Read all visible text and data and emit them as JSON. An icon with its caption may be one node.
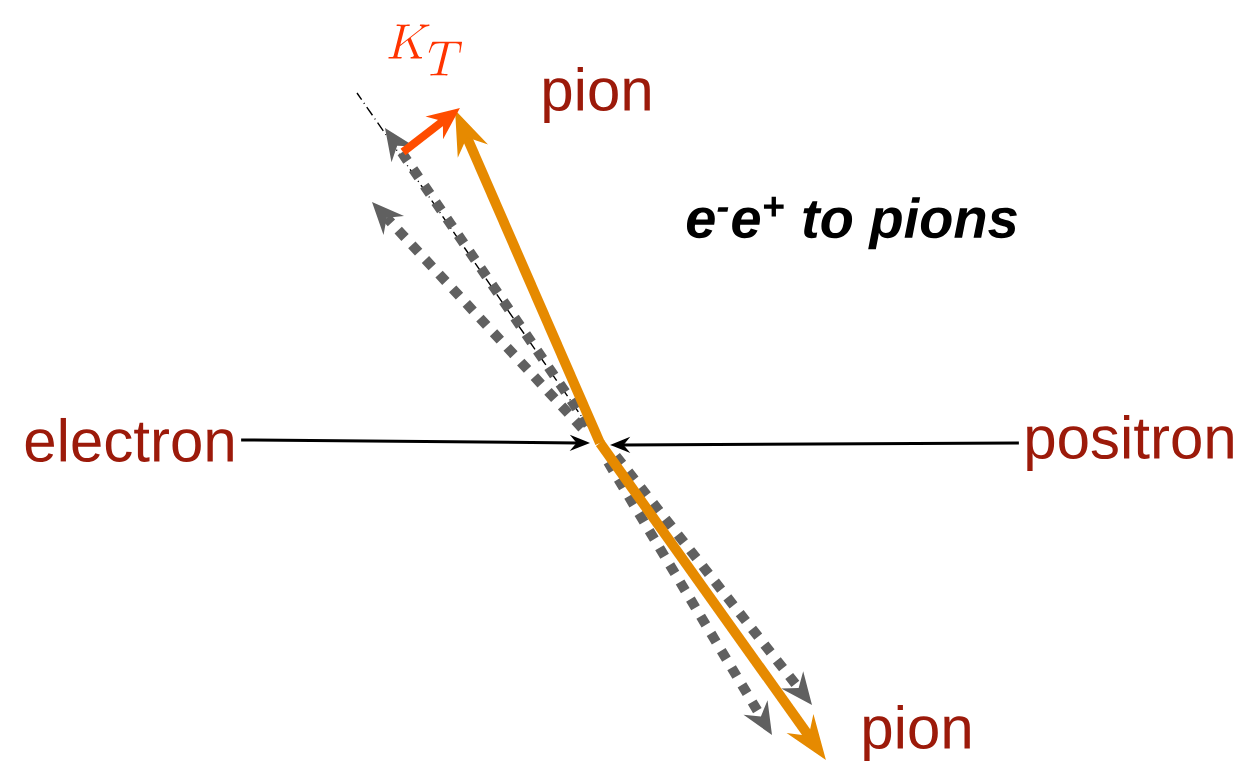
{
  "diagram": {
    "title": "e$^{-}$e$^{+}$ to pions",
    "nodes": [
      {
        "text": [
          "electron"
        ]
      },
      {
        "text": [
          "positron"
        ]
      }
    ],
    "edges": [
      {
        "from": 0,
        "to": null,
        "arrow": "to"
      },
      {
        "from": 1,
        "to": null,
        "arrow": "to"
      }
    ],
    "labels": [
      "K_T",
      "pion",
      "pion"
    ]
  }
}
